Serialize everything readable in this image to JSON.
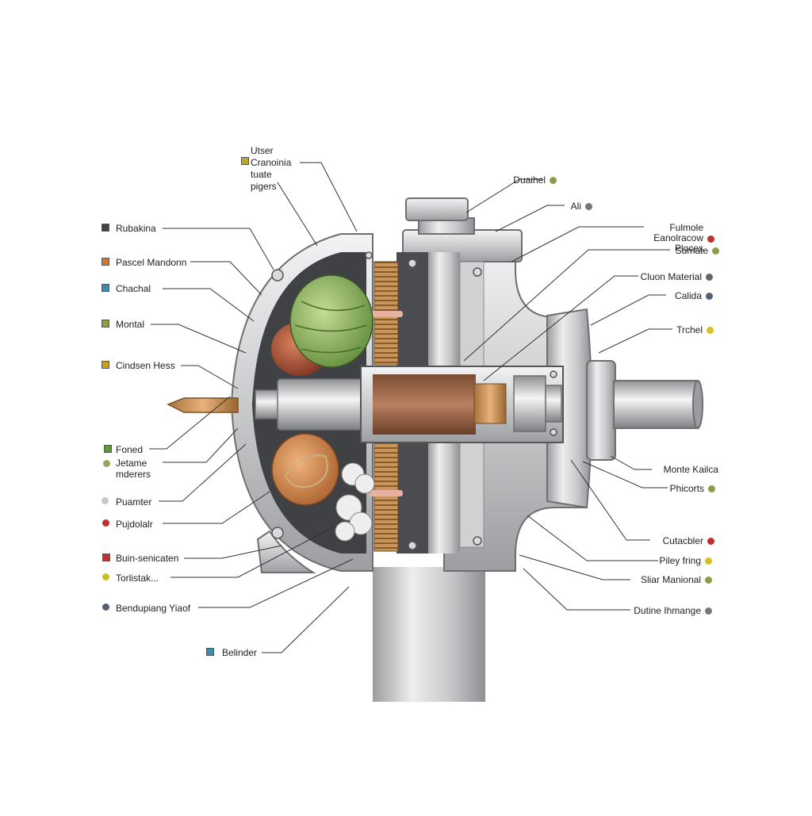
{
  "top_label": {
    "lines": [
      "Utser",
      "Cranoinia",
      "tuate",
      "pigers"
    ],
    "color": "#b8a830"
  },
  "left_labels": [
    {
      "text": "Rubakina",
      "color": "#444444",
      "shape": "square"
    },
    {
      "text": "Pascel Mandonn",
      "color": "#c8783a",
      "shape": "square"
    },
    {
      "text": "Chachal",
      "color": "#3a8fb0",
      "shape": "square"
    },
    {
      "text": "Montal",
      "color": "#8aa048",
      "shape": "square"
    },
    {
      "text": "Cindsen Hess",
      "color": "#c8a020",
      "shape": "square"
    },
    {
      "text": "Foned",
      "color": "#5a9a3a",
      "shape": "square"
    },
    {
      "text": "Jetame\nmderers",
      "color": "#a0a060",
      "shape": "dot"
    },
    {
      "text": "Puamter",
      "color": "#c8c8c8",
      "shape": "dot"
    },
    {
      "text": "Pujdolalr",
      "color": "#c03030",
      "shape": "dot"
    },
    {
      "text": "Buin-senicaten",
      "color": "#c03030",
      "shape": "square"
    },
    {
      "text": "Torlistak...",
      "color": "#c8c020",
      "shape": "dot"
    },
    {
      "text": "Bendupiang Yiaof",
      "color": "#556070",
      "shape": "dot"
    },
    {
      "text": "Belinder",
      "color": "#3a8fb0",
      "shape": "square"
    }
  ],
  "right_labels": [
    {
      "text": "Duaihel",
      "color": "#8aa048"
    },
    {
      "text": "Ali",
      "color": "#777777"
    },
    {
      "text": "Fulmole\nEanolracow\nPloces",
      "color": "#c03030"
    },
    {
      "text": "Sumate",
      "color": "#8aa048"
    },
    {
      "text": "Cluon Material",
      "color": "#666666"
    },
    {
      "text": "Calida",
      "color": "#556070"
    },
    {
      "text": "Trchel",
      "color": "#d8c020"
    },
    {
      "text": "Monte Kailca",
      "color": ""
    },
    {
      "text": "Phicorts",
      "color": "#8aa048"
    },
    {
      "text": "Cutacbler",
      "color": "#c03030"
    },
    {
      "text": "Piley fring",
      "color": "#d8c020"
    },
    {
      "text": "Sliar Manional",
      "color": "#8aa048"
    },
    {
      "text": "Dutine Ihmange",
      "color": "#777777"
    }
  ],
  "colors": {
    "housing": "#d9dadb",
    "housing_dark": "#8f9193",
    "cavity": "#3f4144",
    "brass": "#c8955a",
    "lettuce": "#8fb25e",
    "onion": "#a8503a",
    "potato": "#d08a50",
    "core": "#9a6a4a"
  }
}
